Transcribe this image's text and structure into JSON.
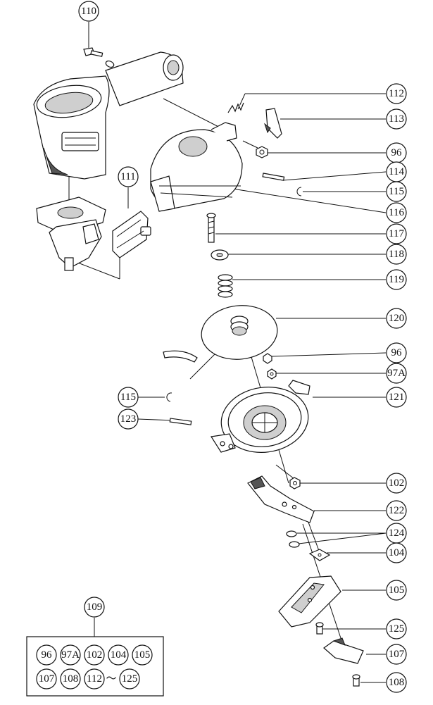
{
  "callouts": [
    {
      "id": "c110",
      "label": "110"
    },
    {
      "id": "c111",
      "label": "111"
    },
    {
      "id": "c112",
      "label": "112"
    },
    {
      "id": "c113",
      "label": "113"
    },
    {
      "id": "c96a",
      "label": "96"
    },
    {
      "id": "c114",
      "label": "114"
    },
    {
      "id": "c115a",
      "label": "115"
    },
    {
      "id": "c116",
      "label": "116"
    },
    {
      "id": "c117",
      "label": "117"
    },
    {
      "id": "c118",
      "label": "118"
    },
    {
      "id": "c119",
      "label": "119"
    },
    {
      "id": "c120",
      "label": "120"
    },
    {
      "id": "c96b",
      "label": "96"
    },
    {
      "id": "c97a",
      "label": "97A"
    },
    {
      "id": "c121",
      "label": "121"
    },
    {
      "id": "c115b",
      "label": "115"
    },
    {
      "id": "c123",
      "label": "123"
    },
    {
      "id": "c102",
      "label": "102"
    },
    {
      "id": "c122",
      "label": "122"
    },
    {
      "id": "c124",
      "label": "124"
    },
    {
      "id": "c104",
      "label": "104"
    },
    {
      "id": "c105",
      "label": "105"
    },
    {
      "id": "c125",
      "label": "125"
    },
    {
      "id": "c107",
      "label": "107"
    },
    {
      "id": "c108",
      "label": "108"
    }
  ],
  "kit": {
    "label": "109",
    "row1": [
      "96",
      "97A",
      "102",
      "104",
      "105"
    ],
    "row2": [
      "107",
      "108",
      "112"
    ],
    "range_separator": "〜",
    "range_end": "125"
  }
}
